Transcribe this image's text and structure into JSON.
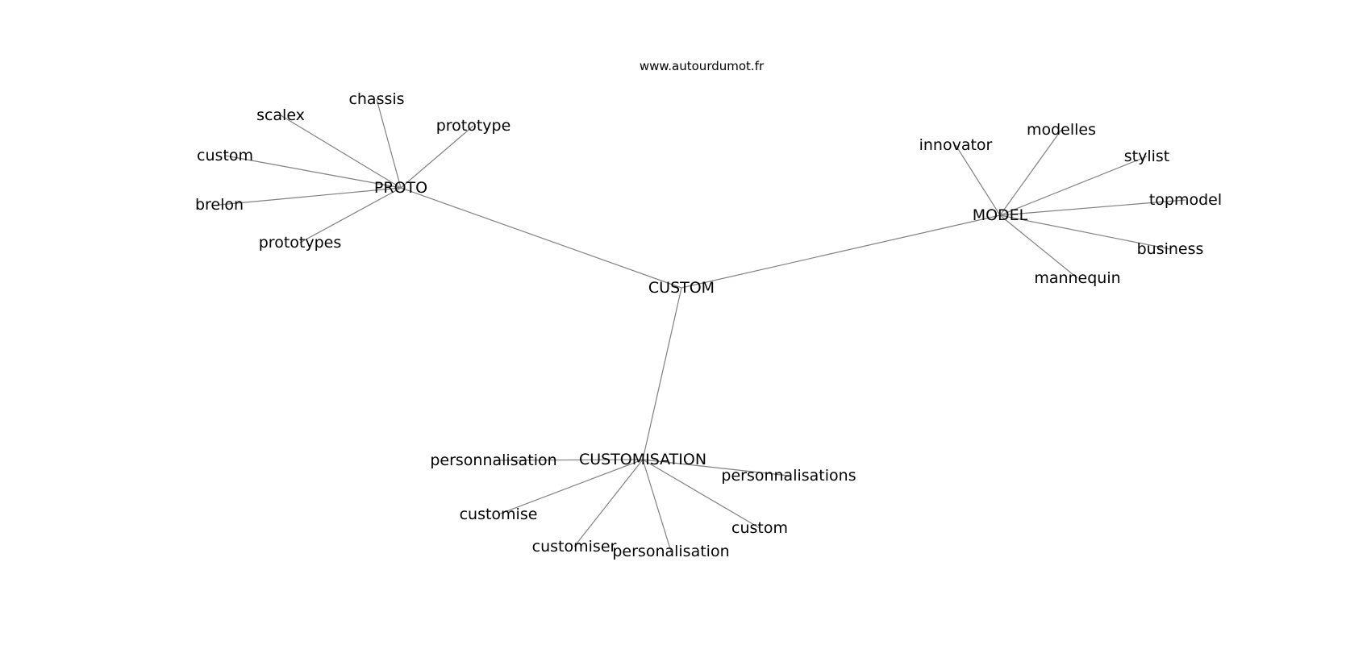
{
  "site_label": "www.autourdumot.fr",
  "center": "CUSTOM",
  "hubs": [
    {
      "label": "PROTO",
      "words": [
        "chassis",
        "scalex",
        "prototype",
        "custom",
        "brelon",
        "prototypes"
      ]
    },
    {
      "label": "MODEL",
      "words": [
        "innovator",
        "modelles",
        "stylist",
        "topmodel",
        "business",
        "mannequin"
      ]
    },
    {
      "label": "CUSTOMISATION",
      "words": [
        "personnalisation",
        "personnalisations",
        "customise",
        "custom",
        "customiser",
        "personalisation"
      ]
    }
  ],
  "colors": {
    "edge": "#808080",
    "text": "#000000",
    "background": "#ffffff"
  }
}
